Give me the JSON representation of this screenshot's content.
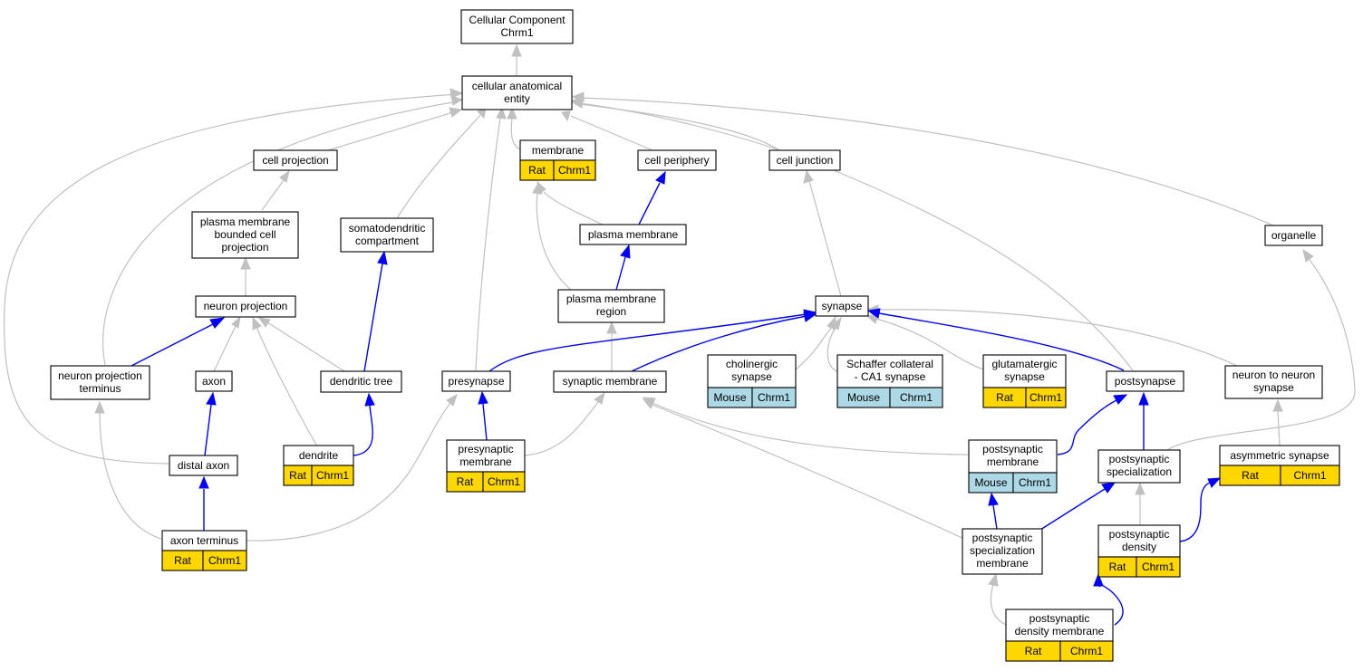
{
  "colors": {
    "is_a_edge": "#c0c0c0",
    "part_of_edge": "#0000ff",
    "rat": "#ffd700",
    "mouse": "#add8e6"
  },
  "nodes": {
    "root": [
      "Cellular Component",
      "Chrm1"
    ],
    "cae": [
      "cellular anatomical",
      "entity"
    ],
    "cellproj": [
      "cell projection"
    ],
    "membrane": [
      "membrane"
    ],
    "periphery": [
      "cell periphery"
    ],
    "junction": [
      "cell junction"
    ],
    "pmbcp": [
      "plasma membrane",
      "bounded cell",
      "projection"
    ],
    "somato": [
      "somatodendritic",
      "compartment"
    ],
    "pm": [
      "plasma membrane"
    ],
    "organelle": [
      "organelle"
    ],
    "pmregion": [
      "plasma membrane",
      "region"
    ],
    "neuronproj": [
      "neuron projection"
    ],
    "synapse": [
      "synapse"
    ],
    "npterm": [
      "neuron projection",
      "terminus"
    ],
    "axon": [
      "axon"
    ],
    "dendtree": [
      "dendritic tree"
    ],
    "presyn": [
      "presynapse"
    ],
    "synmem": [
      "synaptic membrane"
    ],
    "cholin": [
      "cholinergic",
      "synapse"
    ],
    "schaffer": [
      "Schaffer collateral",
      "- CA1 synapse"
    ],
    "glut": [
      "glutamatergic",
      "synapse"
    ],
    "postsyn": [
      "postsynapse"
    ],
    "n2n": [
      "neuron to neuron",
      "synapse"
    ],
    "distal": [
      "distal axon"
    ],
    "dendrite": [
      "dendrite"
    ],
    "presynmem": [
      "presynaptic",
      "membrane"
    ],
    "postsynmem": [
      "postsynaptic",
      "membrane"
    ],
    "postspec": [
      "postsynaptic",
      "specialization"
    ],
    "asym": [
      "asymmetric synapse"
    ],
    "axterm": [
      "axon terminus"
    ],
    "pssm": [
      "postsynaptic",
      "specialization",
      "membrane"
    ],
    "psd": [
      "postsynaptic",
      "density"
    ],
    "psdm": [
      "postsynaptic",
      "density membrane"
    ]
  },
  "annotations": {
    "membrane": [
      "Rat",
      "Chrm1"
    ],
    "cholin": [
      "Mouse",
      "Chrm1"
    ],
    "schaffer": [
      "Mouse",
      "Chrm1"
    ],
    "glut": [
      "Rat",
      "Chrm1"
    ],
    "dendrite": [
      "Rat",
      "Chrm1"
    ],
    "presynmem": [
      "Rat",
      "Chrm1"
    ],
    "postsynmem": [
      "Mouse",
      "Chrm1"
    ],
    "asym": [
      "Rat",
      "Chrm1"
    ],
    "axterm": [
      "Rat",
      "Chrm1"
    ],
    "psd": [
      "Rat",
      "Chrm1"
    ],
    "psdm": [
      "Rat",
      "Chrm1"
    ]
  }
}
